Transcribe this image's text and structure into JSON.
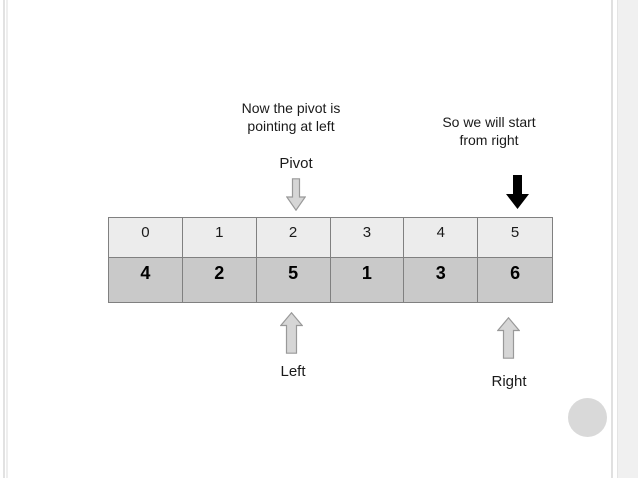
{
  "slide": {
    "notes": {
      "pivot_note_line1": "Now the pivot is",
      "pivot_note_line2": "pointing at left",
      "start_note_line1": "So we will start",
      "start_note_line2": "from right"
    },
    "labels": {
      "pivot": "Pivot",
      "left": "Left",
      "right": "Right"
    },
    "array_table": {
      "indices": [
        "0",
        "1",
        "2",
        "3",
        "4",
        "5"
      ],
      "values": [
        "4",
        "2",
        "5",
        "1",
        "3",
        "6"
      ]
    },
    "icons": {
      "pivot_arrow": "gray-block-arrow-down",
      "start_arrow": "black-block-arrow-down",
      "left_arrow": "gray-block-arrow-up",
      "right_arrow": "gray-block-arrow-up"
    },
    "colors": {
      "index_row_fill": "#ececec",
      "value_row_fill": "#c9c9c9",
      "table_border": "#808080",
      "gray_arrow_fill": "#d6d6d6",
      "gray_arrow_border": "#999999",
      "black_arrow_fill": "#000000",
      "circle_fill": "#d9d9d9",
      "edge_line": "#e2e2e2",
      "text": "#1a1a1a"
    }
  }
}
